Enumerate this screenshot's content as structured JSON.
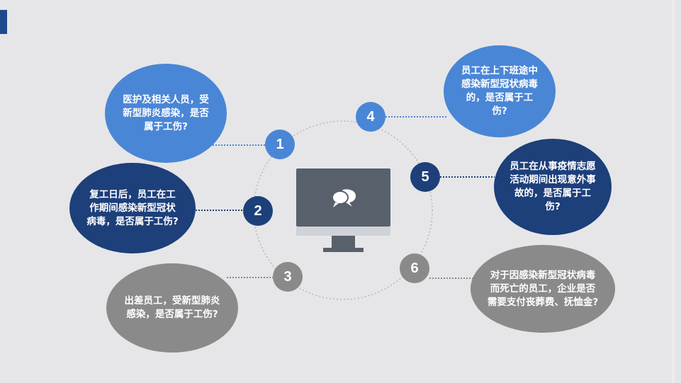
{
  "questions": [
    {
      "num": "1",
      "text": "医护及相关人员，受新型肺炎感染，是否属于工伤?"
    },
    {
      "num": "2",
      "text": "复工日后，员工在工作期间感染新型冠状病毒，是否属于工伤?"
    },
    {
      "num": "3",
      "text": "出差员工，受新型肺炎感染，是否属于工伤?"
    },
    {
      "num": "4",
      "text": "员工在上下班途中感染新型冠状病毒的，是否属于工伤?"
    },
    {
      "num": "5",
      "text": "员工在从事疫情志愿活动期间出现意外事故的，是否属于工伤?"
    },
    {
      "num": "6",
      "text": "对于因感染新型冠状病毒而死亡的员工，企业是否需要支付丧葬费、抚恤金?"
    }
  ],
  "colors": {
    "light_blue": "#4a86d6",
    "dark_blue": "#1d3f7a",
    "gray": "#8a8a8a",
    "monitor": "#58606b",
    "background": "#e6e6e8"
  },
  "icons": {
    "center": "chat-bubbles-icon",
    "device": "monitor-icon"
  }
}
